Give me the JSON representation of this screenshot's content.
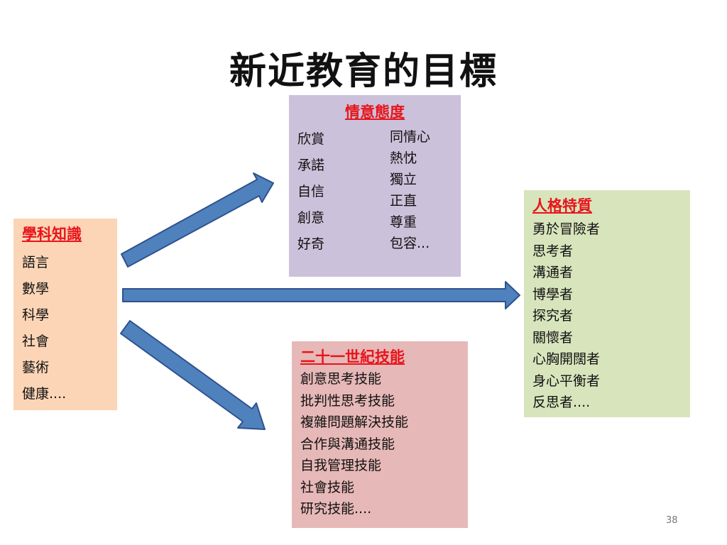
{
  "title": "新近教育的目標",
  "knowledge": {
    "heading": "學科知識",
    "items": [
      "語言",
      "數學",
      "科學",
      "社會",
      "藝術",
      "健康...."
    ]
  },
  "affect": {
    "heading": "情意態度",
    "col1": [
      "欣賞",
      "承諾",
      "自信",
      "創意",
      "好奇"
    ],
    "col2": [
      "同情心",
      "熱忱",
      "獨立",
      "正直",
      "尊重",
      "包容..."
    ]
  },
  "personality": {
    "heading": "人格特質",
    "items": [
      "勇於冒險者",
      "思考者",
      "溝通者",
      "博學者",
      "探究者",
      "關懷者",
      "心胸開闊者",
      "身心平衡者",
      "反思者...."
    ]
  },
  "skills": {
    "heading": "二十一世紀技能",
    "items": [
      "創意思考技能",
      "批判性思考技能",
      "複雜問題解決技能",
      "合作與溝通技能",
      "自我管理技能",
      "社會技能",
      "研究技能...."
    ]
  },
  "colors": {
    "heading": "#e8141b",
    "arrow_fill": "#4f81bd",
    "arrow_stroke": "#2f528f",
    "knowledge_bg": "#fbd5b6",
    "affect_bg": "#ccc1da",
    "personality_bg": "#d8e4bc",
    "skills_bg": "#e6b8b7"
  },
  "page_number": "38"
}
